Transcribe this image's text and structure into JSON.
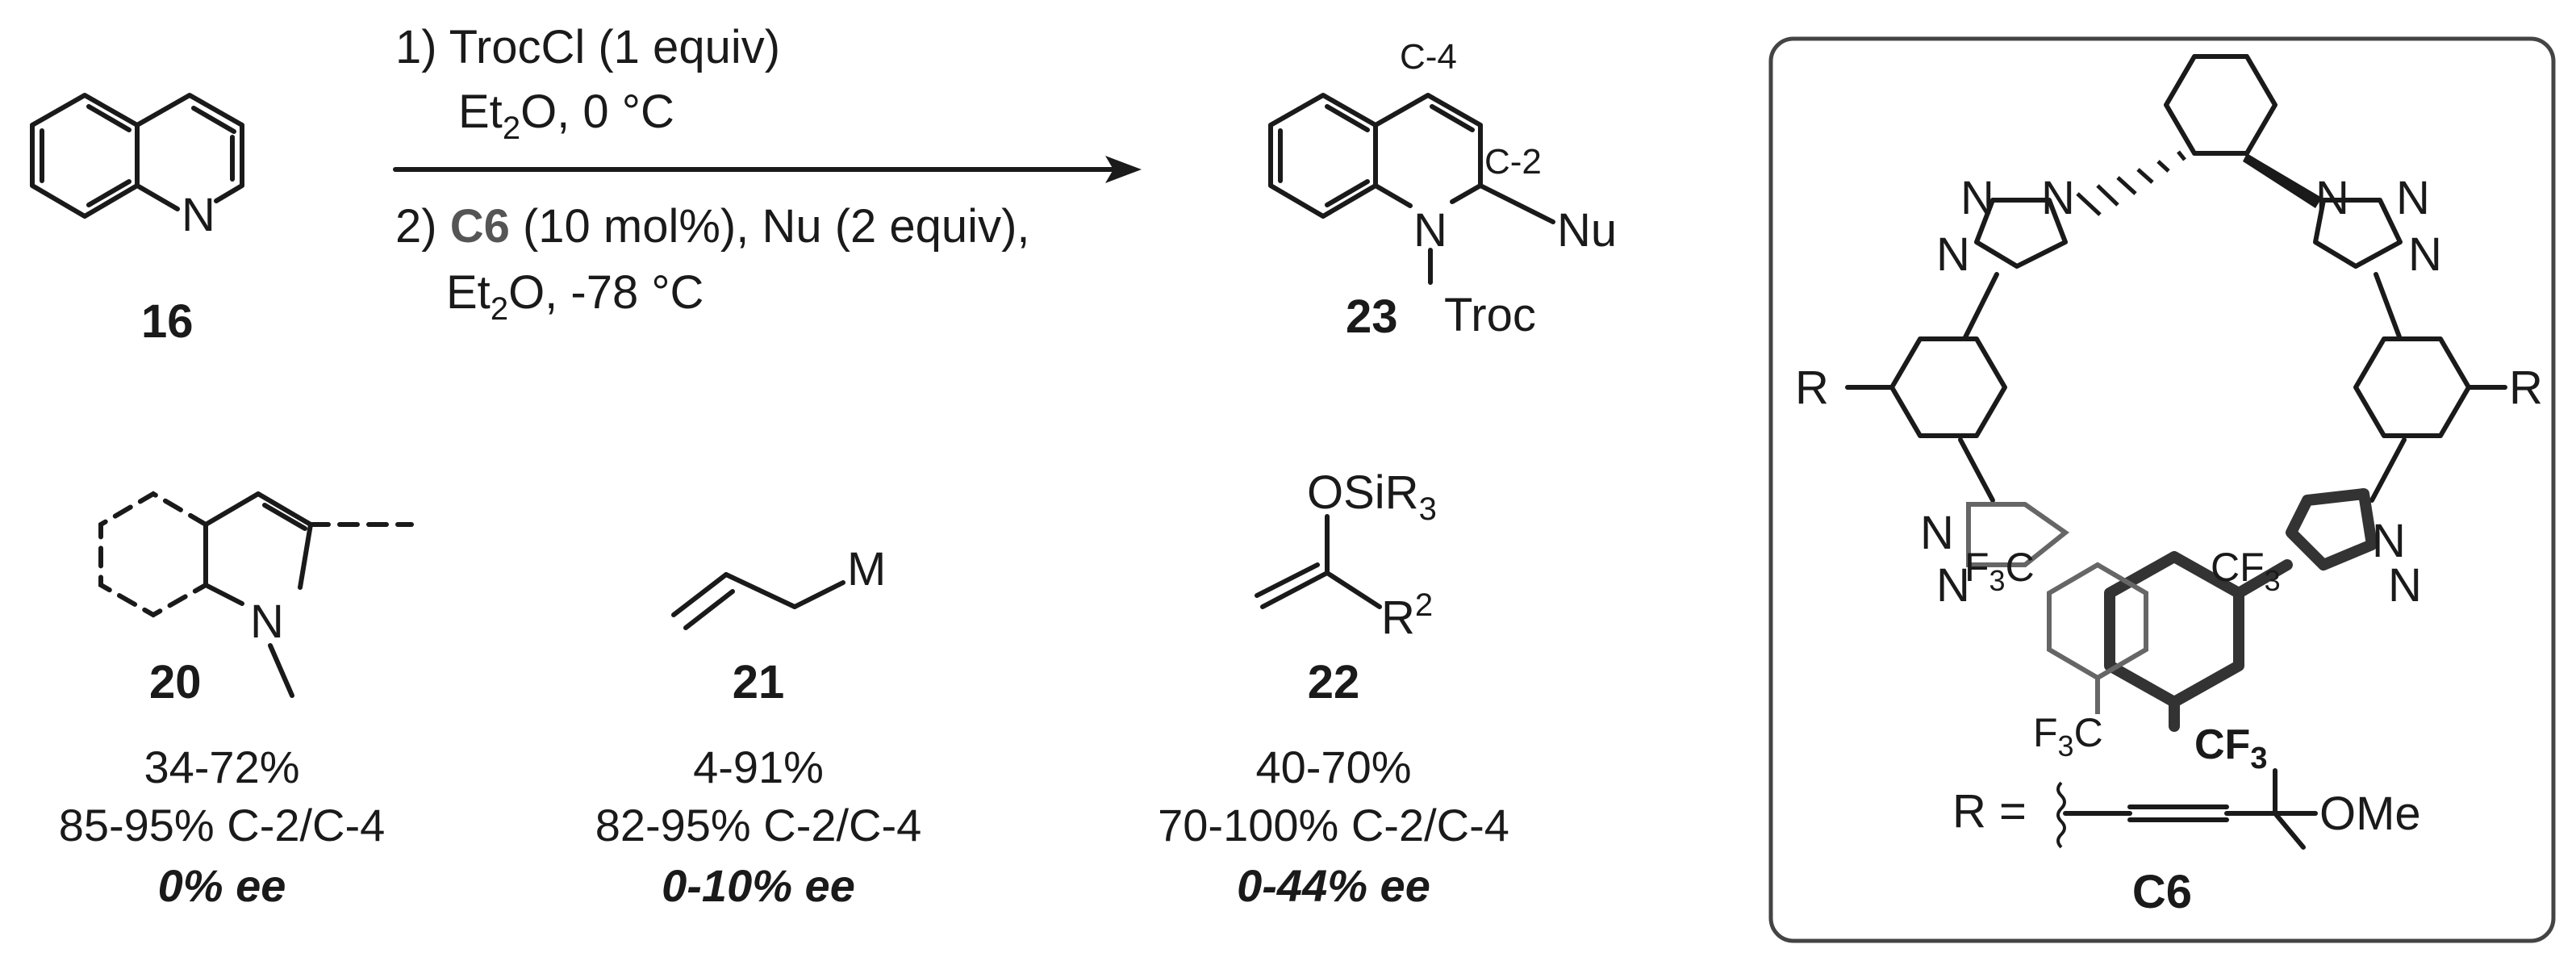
{
  "reaction": {
    "step1_line1": "1) TrocCl (1 equiv)",
    "step1_line2_a": "Et",
    "step1_line2_sub": "2",
    "step1_line2_b": "O, 0 °C",
    "step2_line1_a": "2) ",
    "step2_line1_cat": "C6",
    "step2_line1_b": " (10 mol%), Nu (2 equiv),",
    "step2_line2_a": "Et",
    "step2_line2_sub": "2",
    "step2_line2_b": "O, -78 °C"
  },
  "compounds": {
    "quinoline": {
      "label": "16",
      "atom_N": "N"
    },
    "product": {
      "label": "23",
      "c4": "C-4",
      "c2": "C-2",
      "nu": "Nu",
      "n": "N",
      "troc": "Troc"
    },
    "indole": {
      "label": "20",
      "atom_N": "N",
      "yield": "34-72%",
      "selectivity": "85-95% C-2/C-4",
      "ee": "0% ee"
    },
    "allyl": {
      "label": "21",
      "atom_M": "M",
      "yield": "4-91%",
      "selectivity": "82-95% C-2/C-4",
      "ee": "0-10% ee"
    },
    "silyl_enol": {
      "label": "22",
      "osir3": "OSiR",
      "osir3_sub": "3",
      "r2": "R",
      "r2_sup": "2",
      "yield": "40-70%",
      "selectivity": "70-100% C-2/C-4",
      "ee": "0-44% ee"
    }
  },
  "catalyst": {
    "label": "C6",
    "r_left": "R",
    "r_right": "R",
    "r_def_prefix": "R =",
    "ome": "OMe",
    "n_atom": "N",
    "cf3": "CF",
    "cf3_sub": "3",
    "f3c": "F",
    "f3c_sub": "3",
    "f3c_c": "C"
  }
}
